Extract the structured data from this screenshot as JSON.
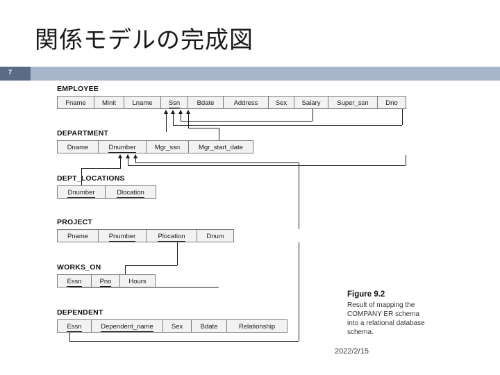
{
  "slide": {
    "title": "関係モデルの完成図",
    "number": "7",
    "date": "2022/2/15",
    "band_color": "#a8b6cc",
    "band_dark_color": "#5a6b85"
  },
  "caption": {
    "figure": "Figure 9.2",
    "line1": "Result of mapping the",
    "line2": "COMPANY ER schema",
    "line3": "into a relational database",
    "line4": "schema."
  },
  "diagram": {
    "type": "relational-schema",
    "tables": [
      {
        "name": "EMPLOYEE",
        "columns": [
          {
            "label": "Fname",
            "pk": false,
            "w": 54
          },
          {
            "label": "Minit",
            "pk": false,
            "w": 44
          },
          {
            "label": "Lname",
            "pk": false,
            "w": 54
          },
          {
            "label": "Ssn",
            "pk": true,
            "w": 40
          },
          {
            "label": "Bdate",
            "pk": false,
            "w": 52
          },
          {
            "label": "Address",
            "pk": false,
            "w": 66
          },
          {
            "label": "Sex",
            "pk": false,
            "w": 38
          },
          {
            "label": "Salary",
            "pk": false,
            "w": 50
          },
          {
            "label": "Super_ssn",
            "pk": false,
            "w": 72
          },
          {
            "label": "Dno",
            "pk": false,
            "w": 42
          }
        ]
      },
      {
        "name": "DEPARTMENT",
        "columns": [
          {
            "label": "Dname",
            "pk": false,
            "w": 60
          },
          {
            "label": "Dnumber",
            "pk": true,
            "w": 70
          },
          {
            "label": "Mgr_ssn",
            "pk": false,
            "w": 62
          },
          {
            "label": "Mgr_start_date",
            "pk": false,
            "w": 94
          }
        ]
      },
      {
        "name": "DEPT_LOCATIONS",
        "columns": [
          {
            "label": "Dnumber",
            "pk": true,
            "w": 70
          },
          {
            "label": "Dlocation",
            "pk": true,
            "w": 74
          }
        ]
      },
      {
        "name": "PROJECT",
        "columns": [
          {
            "label": "Pname",
            "pk": false,
            "w": 60
          },
          {
            "label": "Pnumber",
            "pk": true,
            "w": 70
          },
          {
            "label": "Plocation",
            "pk": true,
            "w": 74
          },
          {
            "label": "Dnum",
            "pk": false,
            "w": 54
          }
        ]
      },
      {
        "name": "WORKS_ON",
        "columns": [
          {
            "label": "Essn",
            "pk": true,
            "w": 50
          },
          {
            "label": "Pno",
            "pk": true,
            "w": 42
          },
          {
            "label": "Hours",
            "pk": false,
            "w": 52
          }
        ]
      },
      {
        "name": "DEPENDENT",
        "columns": [
          {
            "label": "Essn",
            "pk": true,
            "w": 50
          },
          {
            "label": "Dependent_name",
            "pk": true,
            "w": 104
          },
          {
            "label": "Sex",
            "pk": false,
            "w": 42
          },
          {
            "label": "Bdate",
            "pk": false,
            "w": 52
          },
          {
            "label": "Relationship",
            "pk": false,
            "w": 88
          }
        ]
      }
    ]
  }
}
